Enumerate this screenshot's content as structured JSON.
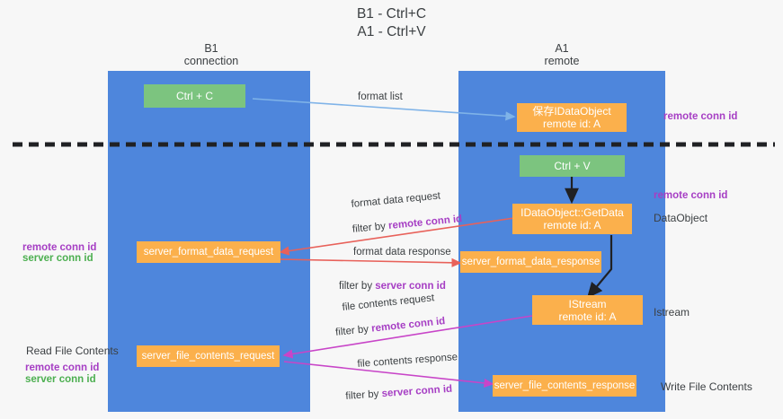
{
  "title": "B1 - Ctrl+C\nA1 - Ctrl+V",
  "colors": {
    "lane": "#4e86dc",
    "green_node": "#7cc47f",
    "orange_node": "#fbb04c",
    "remote_conn_id": "#a63ec4",
    "server_conn_id": "#4caf50",
    "arrow_blue": "#7fb3e8",
    "arrow_red": "#e8615a",
    "arrow_magenta": "#c845c8",
    "arrow_black": "#202124",
    "divider": "#202124",
    "background": "#f7f7f7"
  },
  "lanes": [
    {
      "id": "b1",
      "title": "B1",
      "subtitle": "connection"
    },
    {
      "id": "a1",
      "title": "A1",
      "subtitle": "remote"
    }
  ],
  "nodes": {
    "ctrl_c": "Ctrl + C",
    "save_idataobject": "保存IDataObject\nremote id: A",
    "ctrl_v": "Ctrl + V",
    "getdata": "IDataObject::GetData\nremote id: A",
    "server_format_data_request": "server_format_data_request",
    "server_format_data_response": "server_format_data_response",
    "istream": "IStream\nremote id: A",
    "server_file_contents_request": "server_file_contents_request",
    "server_file_contents_response": "server_file_contents_response"
  },
  "edge_labels": {
    "format_list": "format list",
    "format_data_request": "format data request",
    "format_data_request_filter_prefix": "filter by ",
    "format_data_request_filter_key": "remote conn id",
    "format_data_response": "format data response",
    "format_data_response_filter_prefix": "filter by ",
    "format_data_response_filter_key": "server conn id",
    "file_contents_request": "file contents request",
    "file_contents_request_filter_prefix": "filter by ",
    "file_contents_request_filter_key": "remote conn id",
    "file_contents_response": "file contents response",
    "file_contents_response_filter_prefix": "filter by ",
    "file_contents_response_filter_key": "server conn id"
  },
  "annotations": {
    "right_remote_conn_id_top": "remote conn id",
    "right_remote_conn_id_mid": "remote conn id",
    "right_dataobject": "DataObject",
    "right_istream": "Istream",
    "right_write_file_contents": "Write File Contents",
    "left_remote_conn_id_mid": "remote conn id",
    "left_server_conn_id_mid": "server conn id",
    "left_read_file_contents": "Read File Contents",
    "left_remote_conn_id_bottom": "remote conn id",
    "left_server_conn_id_bottom": "server conn id"
  }
}
